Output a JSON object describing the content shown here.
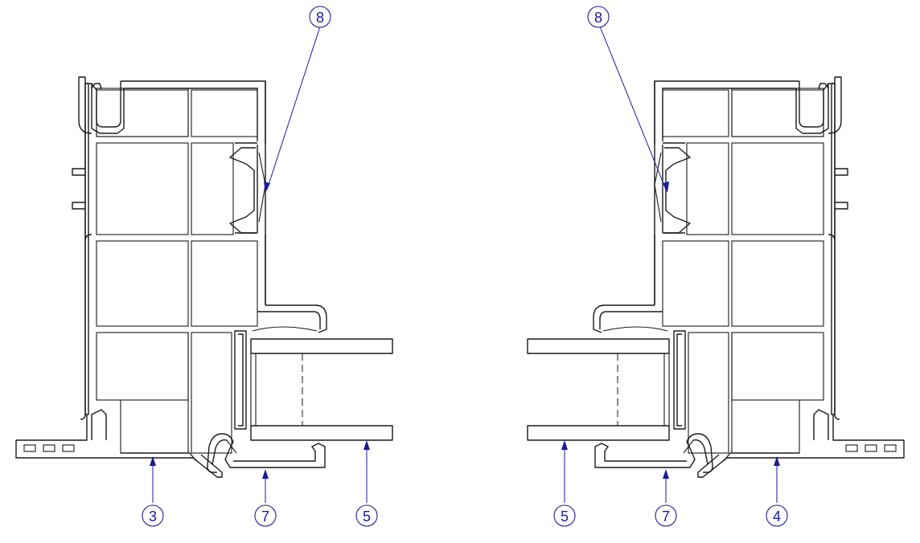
{
  "callouts": {
    "left": {
      "seal_top": "8",
      "frame": "3",
      "bead": "7",
      "glazing": "5"
    },
    "right": {
      "seal_top": "8",
      "glazing": "5",
      "bead": "7",
      "frame": "4"
    }
  },
  "colors": {
    "outline": "#1a1a1a",
    "callout": "#1a1a9e",
    "background": "#ffffff"
  }
}
